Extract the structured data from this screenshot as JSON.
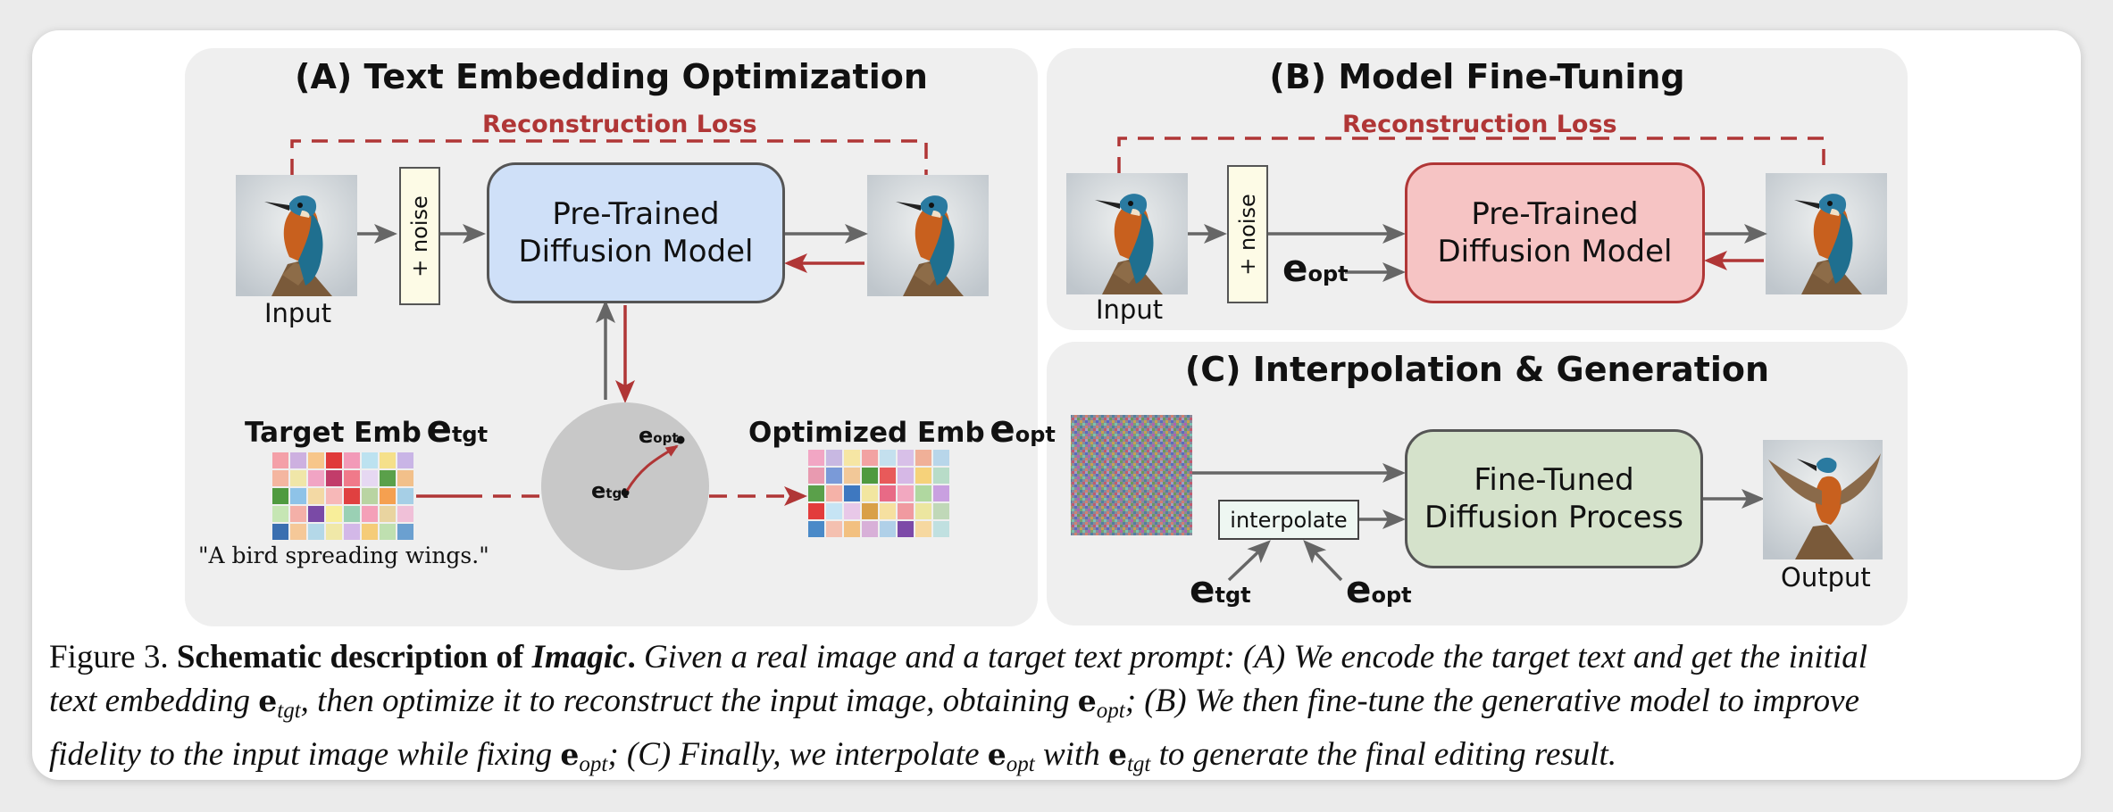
{
  "panel_a": {
    "title": "(A) Text Embedding Optimization",
    "loss_label": "Reconstruction Loss",
    "input_label": "Input",
    "noise_label": "+ noise",
    "model_label_1": "Pre-Trained",
    "model_label_2": "Diffusion Model",
    "target_emb_label": "Target Emb",
    "target_emb_symbol": "e",
    "target_emb_sub": "tgt",
    "optimized_emb_label": "Optimized Emb",
    "optimized_emb_symbol": "e",
    "optimized_emb_sub": "opt",
    "circle_tgt_symbol": "e",
    "circle_tgt_sub": "tgt",
    "circle_opt_symbol": "e",
    "circle_opt_sub": "opt",
    "prompt_text": "\"A bird spreading wings.\""
  },
  "panel_b": {
    "title": "(B) Model Fine-Tuning",
    "loss_label": "Reconstruction Loss",
    "input_label": "Input",
    "noise_label": "+ noise",
    "emb_symbol": "e",
    "emb_sub": "opt",
    "model_label_1": "Pre-Trained",
    "model_label_2": "Diffusion Model"
  },
  "panel_c": {
    "title": "(C) Interpolation & Generation",
    "interpolate_label": "interpolate",
    "process_label_1": "Fine-Tuned",
    "process_label_2": "Diffusion Process",
    "tgt_symbol": "e",
    "tgt_sub": "tgt",
    "opt_symbol": "e",
    "opt_sub": "opt",
    "output_label": "Output"
  },
  "caption": {
    "prefix": "Figure 3.",
    "bold_1": "Schematic description of",
    "bold_italic": "Imagic",
    "bold_2": ".",
    "line1_rest": "Given a real image and a target text prompt: (A) We encode the target text and get the initial",
    "line2_a": "text embedding",
    "line2_b": ", then optimize it to reconstruct the input image, obtaining",
    "line2_c": "; (B) We then fine-tune the generative model to improve",
    "line3_a": "fidelity to the input image while fixing",
    "line3_b": "; (C) Finally, we interpolate",
    "line3_c": "with",
    "line3_d": "to generate the final editing result.",
    "e_symbol": "e",
    "sub_tgt": "tgt",
    "sub_opt": "opt"
  },
  "colors": {
    "pretrained_a": "#cfe0f8",
    "pretrained_b": "#f6c4c4",
    "finetuned": "#d5e2cb",
    "arrow_red": "#b03636",
    "arrow_gray": "#666666"
  },
  "embedding_grid_target": [
    [
      "#f4a0a8",
      "#cdb0e0",
      "#f7c68a",
      "#e03a3a",
      "#f29ab8",
      "#bce2f0",
      "#f5e08a",
      "#c9b5e6"
    ],
    [
      "#f4b6a0",
      "#f0e6a8",
      "#f1a4c4",
      "#c23c6a",
      "#f07a8a",
      "#e6d8f2",
      "#5aa04a",
      "#f2c08a"
    ],
    [
      "#4f9a3f",
      "#8ec3e8",
      "#f3d9a4",
      "#f7b8b8",
      "#e04040",
      "#b9d4a2",
      "#f5a050",
      "#a6cfe6"
    ],
    [
      "#c6e6b4",
      "#f4b0a8",
      "#7a4aa6",
      "#f8ee9a",
      "#9ad0b4",
      "#f4a0b8",
      "#e9d4a0",
      "#f0c0d8"
    ],
    [
      "#3a6fb0",
      "#f5c898",
      "#b4d8e8",
      "#f0e8a8",
      "#d3b8e8",
      "#f5cc78",
      "#bfe0b0",
      "#6ba0d0"
    ]
  ],
  "embedding_grid_optimized": [
    [
      "#f2a6c4",
      "#c8b8e2",
      "#f6e6a4",
      "#f2a2a2",
      "#c4e0ee",
      "#d8c0e8",
      "#f0b098",
      "#b8d6ea"
    ],
    [
      "#e89ab0",
      "#7a9ad8",
      "#f2c898",
      "#4f9a3f",
      "#e85a5a",
      "#d6b8e6",
      "#f6d27a",
      "#b8dcc8"
    ],
    [
      "#5aa04a",
      "#f5b2a8",
      "#3e78c0",
      "#f2e6a0",
      "#e86a86",
      "#f2a8c0",
      "#b0d8a0",
      "#c9a0e0"
    ],
    [
      "#e23c3c",
      "#c6e4f4",
      "#e8c8e8",
      "#d9a048",
      "#f6e0a0",
      "#f09aa0",
      "#ece6a0",
      "#c0d8b8"
    ],
    [
      "#4a8ac8",
      "#f4c0b0",
      "#f2c080",
      "#d8b0d8",
      "#b0d0e8",
      "#7d4aa8",
      "#f6d8a0",
      "#c0e0e0"
    ]
  ]
}
